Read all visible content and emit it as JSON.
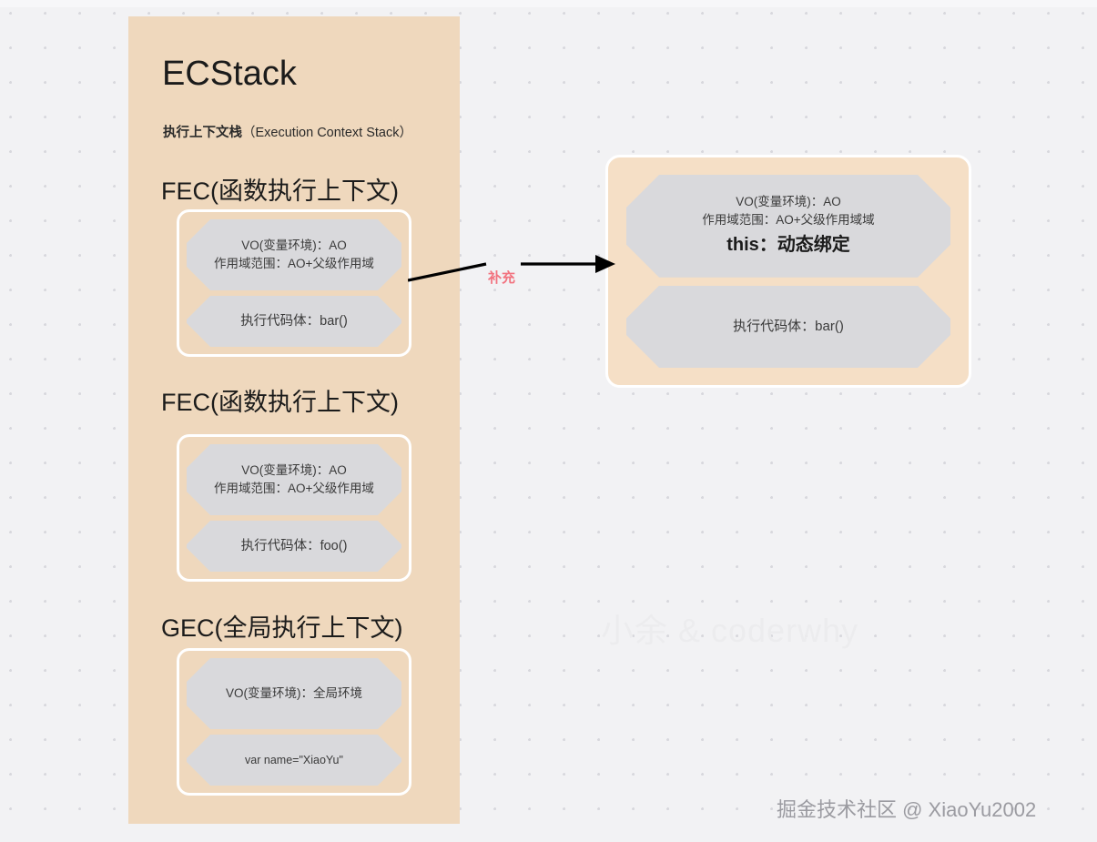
{
  "canvas": {
    "background_color": "#f2f2f4",
    "panel_color": "#efd8bd",
    "detail_panel_color": "#f5dfc6",
    "box_color": "#d9d9dc",
    "accent_color": "#f2737f"
  },
  "ecstack": {
    "title": "ECStack",
    "subtitle_cn": "执行上下文栈",
    "subtitle_en": "（Execution Context Stack）",
    "contexts": [
      {
        "heading": "FEC(函数执行上下文)",
        "vo_lines": [
          "VO(变量环境)：AO",
          "作用域范围：AO+父级作用域"
        ],
        "code_line": "执行代码体：bar()"
      },
      {
        "heading": "FEC(函数执行上下文)",
        "vo_lines": [
          "VO(变量环境)：AO",
          "作用域范围：AO+父级作用域"
        ],
        "code_line": "执行代码体：foo()"
      },
      {
        "heading": "GEC(全局执行上下文)",
        "vo_lines": [
          "VO(变量环境)：全局环境"
        ],
        "code_line": "var name=\"XiaoYu\""
      }
    ]
  },
  "arrow": {
    "label": "补充"
  },
  "detail": {
    "vo_lines": [
      "VO(变量环境)：AO",
      "作用域范围：AO+父级作用域域"
    ],
    "this_line": "this：动态绑定",
    "code_line": "执行代码体：bar()"
  },
  "watermarks": {
    "center": "小余 & coderwhy",
    "corner": "掘金技术社区 @ XiaoYu2002"
  }
}
